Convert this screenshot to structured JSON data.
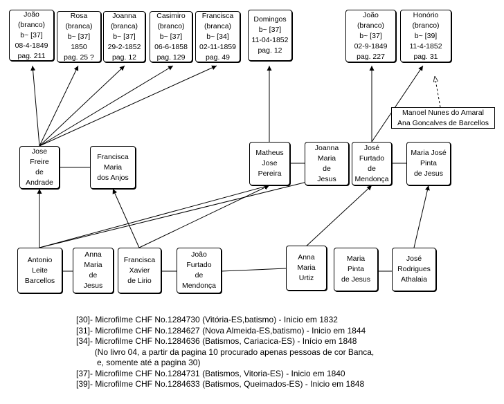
{
  "nodes": {
    "joao_top": "João\n(branco)\nb~ [37]\n08-4-1849\npag. 211",
    "rosa": "Rosa\n(branca)\nb~ [37]\n1850\npag. 25 ?",
    "joanna_top": "Joanna\n(branca)\nb~ [37]\n29-2-1852\npag. 12",
    "casimiro": "Casimiro\n(branco)\nb~ [37]\n06-6-1858\npag. 129",
    "francisca_top": "Francisca\n(branca)\nb~ [34]\n02-11-1859\npag. 49",
    "domingos": "Domingos\nb~ [37]\n11-04-1852\npag. 12",
    "joao_right": "João\n(branco)\nb~ [37]\n02-9-1849\npag. 227",
    "honorio": "Honório\n(branco)\nb~ [39]\n11-4-1852\npag. 31",
    "manoel_ana": "Manoel Nunes do Amaral\nAna Goncalves de Barcellos",
    "jose_freire": "Jose\nFreire\nde\nAndrade",
    "francisca_maria": "Francisca\nMaria\ndos Anjos",
    "matheus": "Matheus\nJose\nPereira",
    "joanna_maria": "Joanna\nMaria\nde\nJesus",
    "jose_furtado": "José\nFurtado\nde\nMendonça",
    "maria_jose": "Maria José\nPinta\nde Jesus",
    "antonio": "Antonio\nLeite\nBarcellos",
    "anna_maria_jesus": "Anna\nMaria\nde\nJesus",
    "francisca_xavier": "Francisca\nXavier\nde Lirio",
    "joao_furtado": "João\nFurtado\nde\nMendonça",
    "anna_maria_urtiz": "Anna\nMaria\nUrtiz",
    "maria_pinta": "Maria\nPinta\nde Jesus",
    "jose_rodrigues": "José\nRodrigues\nAthalaia"
  },
  "notes": [
    "[30]- Microfilme CHF No.1284730 (Vitória-ES,batismo) - Inicio em 1832",
    "[31]- Microfilme CHF No.1284627 (Nova Almeida-ES,batismo) - Inicio em 1844",
    "[34]- Microfilme CHF No.1284636 (Batismos, Cariacica-ES) - Início em 1848",
    "        (No livro 04, a partir da pagina 10 procurado apenas pessoas de cor Banca,",
    "         e, somente até a pagina 30)",
    "[37]- Microfilme CHF No.1284731 (Batismos, Vitoria-ES) - Inicio em 1840",
    "[39]- Microfilme CHF No.1284633 (Batismos, Queimados-ES) - Inicio em 1848"
  ]
}
